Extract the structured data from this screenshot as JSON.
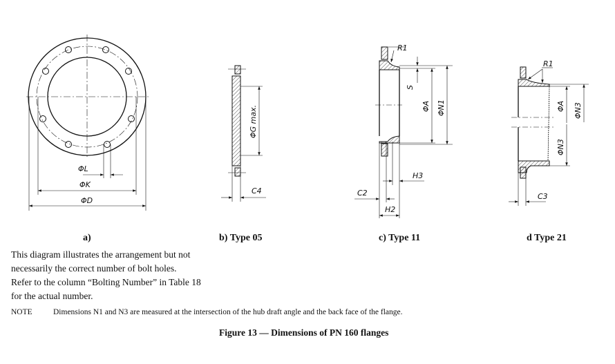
{
  "drawing": {
    "a": {
      "phi_L": "ΦL",
      "phi_K": "ΦK",
      "phi_D": "ΦD"
    },
    "b": {
      "phi_G": "ΦG max.",
      "C4": "C4"
    },
    "c": {
      "R1": "R1",
      "S": "S",
      "phi_A": "ΦA",
      "phi_N1": "ΦN1",
      "H3": "H3",
      "C2": "C2",
      "H2": "H2"
    },
    "d": {
      "R1": "R1",
      "phi_A": "ΦA",
      "phi_N3_top": "ΦN3",
      "phi_N3_bottom": "ΦN3",
      "C3": "C3"
    }
  },
  "captions": {
    "a": "a)",
    "b": "b) Type 05",
    "c": "c) Type 11",
    "d": "d Type 21"
  },
  "description": [
    "This diagram illustrates the arrangement but not",
    "necessarily the correct number of bolt holes.",
    "Refer to the column “Bolting Number” in Table 18",
    "for the actual number."
  ],
  "note": {
    "label": "NOTE",
    "text": "Dimensions N1 and N3 are measured at the intersection of the hub draft angle and the back face of the flange."
  },
  "figure_title": "Figure 13 — Dimensions of PN 160 flanges"
}
